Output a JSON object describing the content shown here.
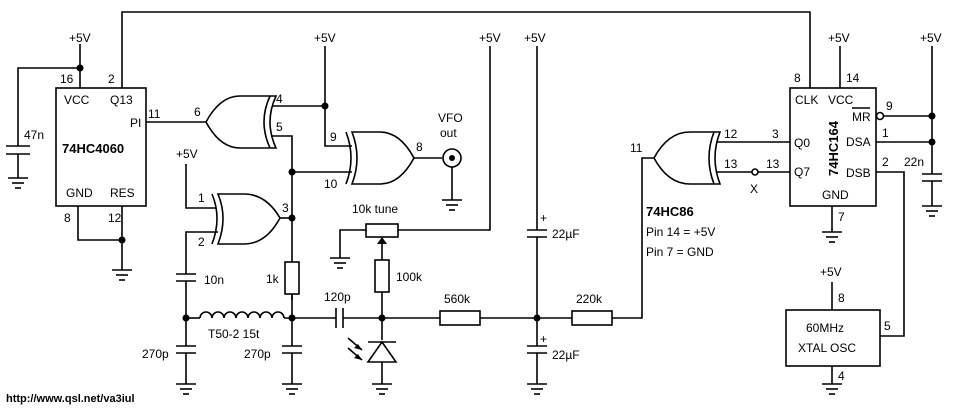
{
  "labels": {
    "vcc5": "+5V",
    "chip1_name": "74HC4060",
    "chip1_vcc": "VCC",
    "chip1_q13": "Q13",
    "chip1_pi": "PI",
    "chip1_gnd": "GND",
    "chip1_res": "RES",
    "chip2_name": "74HC164",
    "chip2_clk": "CLK",
    "chip2_vcc": "VCC",
    "chip2_mr": "MR",
    "chip2_q0": "Q0",
    "chip2_dsa": "DSA",
    "chip2_q7": "Q7",
    "chip2_dsb": "DSB",
    "chip2_gnd": "GND",
    "xor_name": "74HC86",
    "xor_pin14": "Pin 14 = +5V",
    "xor_pin7": "Pin 7 = GND",
    "osc_line1": "60MHz",
    "osc_line2": "XTAL OSC",
    "vfo_line1": "VFO",
    "vfo_line2": "out",
    "x_mark": "X",
    "c47n": "47n",
    "c10n": "10n",
    "c270p_a": "270p",
    "c270p_b": "270p",
    "c120p": "120p",
    "c22u_a": "22µF",
    "c22u_b": "22µF",
    "c22n": "22n",
    "plus_a": "+",
    "plus_b": "+",
    "r1k": "1k",
    "r100k": "100k",
    "r560k": "560k",
    "r220k": "220k",
    "pot": "10k tune",
    "inductor": "T50-2 15t",
    "url": "http://www.qsl.net/va3iul"
  },
  "pins": {
    "p16": "16",
    "p2": "2",
    "p11": "11",
    "p8": "8",
    "p12": "12",
    "g6": "6",
    "g4": "4",
    "g5": "5",
    "g9": "9",
    "g8": "8",
    "g10": "10",
    "g1": "1",
    "g3": "3",
    "g2": "2",
    "h11": "11",
    "h12": "12",
    "h13": "13",
    "u3": "3",
    "u13": "13",
    "s8": "8",
    "s14": "14",
    "s9": "9",
    "s1": "1",
    "s2": "2",
    "s7": "7",
    "o8": "8",
    "o5": "5",
    "o4": "4"
  }
}
